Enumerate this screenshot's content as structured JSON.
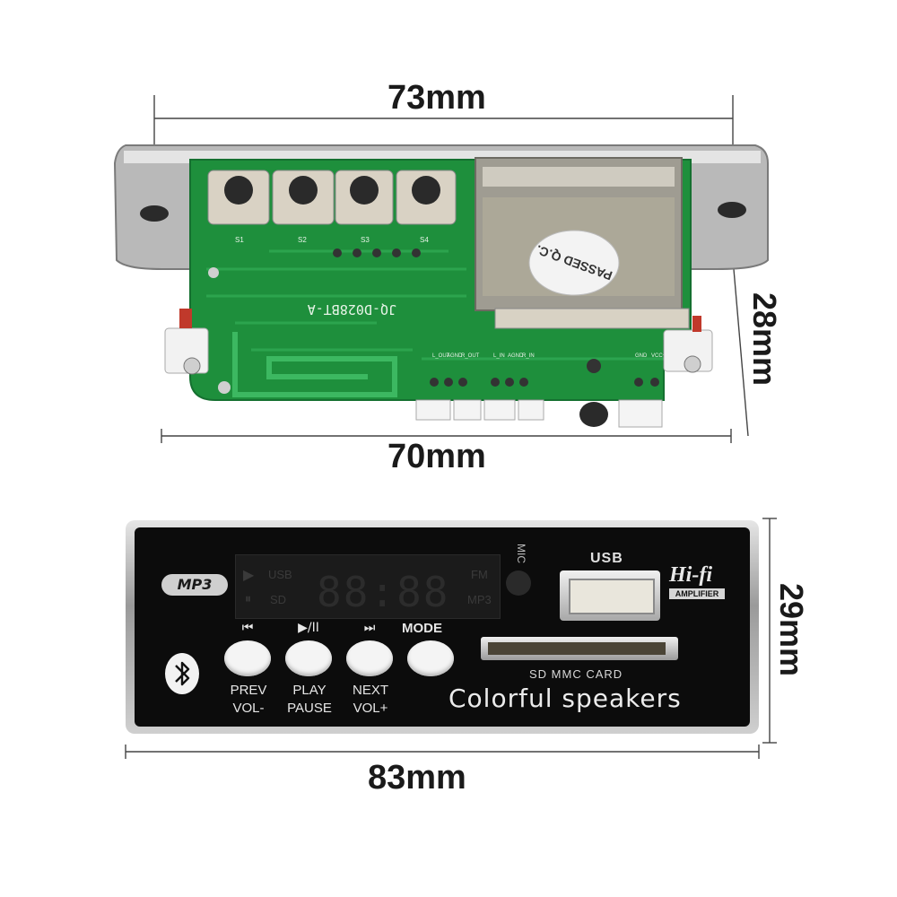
{
  "dimensions": {
    "top_width": "73mm",
    "board_width": "70mm",
    "board_height": "28mm",
    "panel_height": "29mm",
    "panel_width": "83mm"
  },
  "board": {
    "model_label": "JQ-D028BT-A",
    "qc_sticker": "PASSED Q.C.",
    "switch_labels": [
      "S1",
      "S2",
      "S3",
      "S4"
    ],
    "pin_labels": [
      "L_OUT",
      "AGND",
      "R_OUT",
      "L_IN",
      "AGND",
      "R_IN",
      "GND",
      "VCC+"
    ]
  },
  "panel": {
    "logo": "MP3",
    "lcd_left_top": "USB",
    "lcd_left_bottom": "SD",
    "lcd_digits": "88:88",
    "lcd_right_top": "FM",
    "lcd_right_bottom": "MP3",
    "mic_label": "MIC",
    "usb_label": "USB",
    "hifi": "Hi-fi",
    "amplifier": "AMPLIFIER",
    "buttons": [
      {
        "icon": "⏮",
        "line1": "PREV",
        "line2": "VOL-"
      },
      {
        "icon": "▶/II",
        "line1": "PLAY",
        "line2": "PAUSE"
      },
      {
        "icon": "⏭",
        "line1": "NEXT",
        "line2": "VOL+"
      },
      {
        "icon": "",
        "line1": "MODE",
        "line2": ""
      }
    ],
    "mode_label": "MODE",
    "sd_label": "SD MMC CARD",
    "tagline": "Colorful speakers"
  }
}
